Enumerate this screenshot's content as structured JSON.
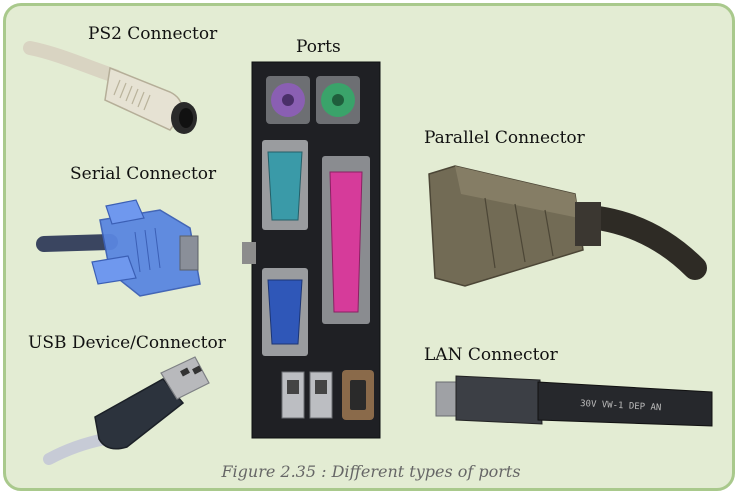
{
  "labels": {
    "ps2": "PS2 Connector",
    "serial": "Serial Connector",
    "usb": "USB Device/Connector",
    "ports": "Ports",
    "parallel": "Parallel Connector",
    "lan": "LAN Connector",
    "lan_cable_print": "30V VW-1 DEP AN"
  },
  "caption": "Figure 2.35 : Different types of ports",
  "colors": {
    "frame_bg": "#e3ecd3",
    "frame_border": "#a9c98c",
    "ps2_port_purple": "#8a5fb3",
    "ps2_port_green": "#3aa36a",
    "serial_port_teal": "#3a9aa8",
    "parallel_port_magenta": "#d63b9a",
    "vga_port_blue": "#2f57b8",
    "serial_connector_blue": "#5a86e0"
  }
}
